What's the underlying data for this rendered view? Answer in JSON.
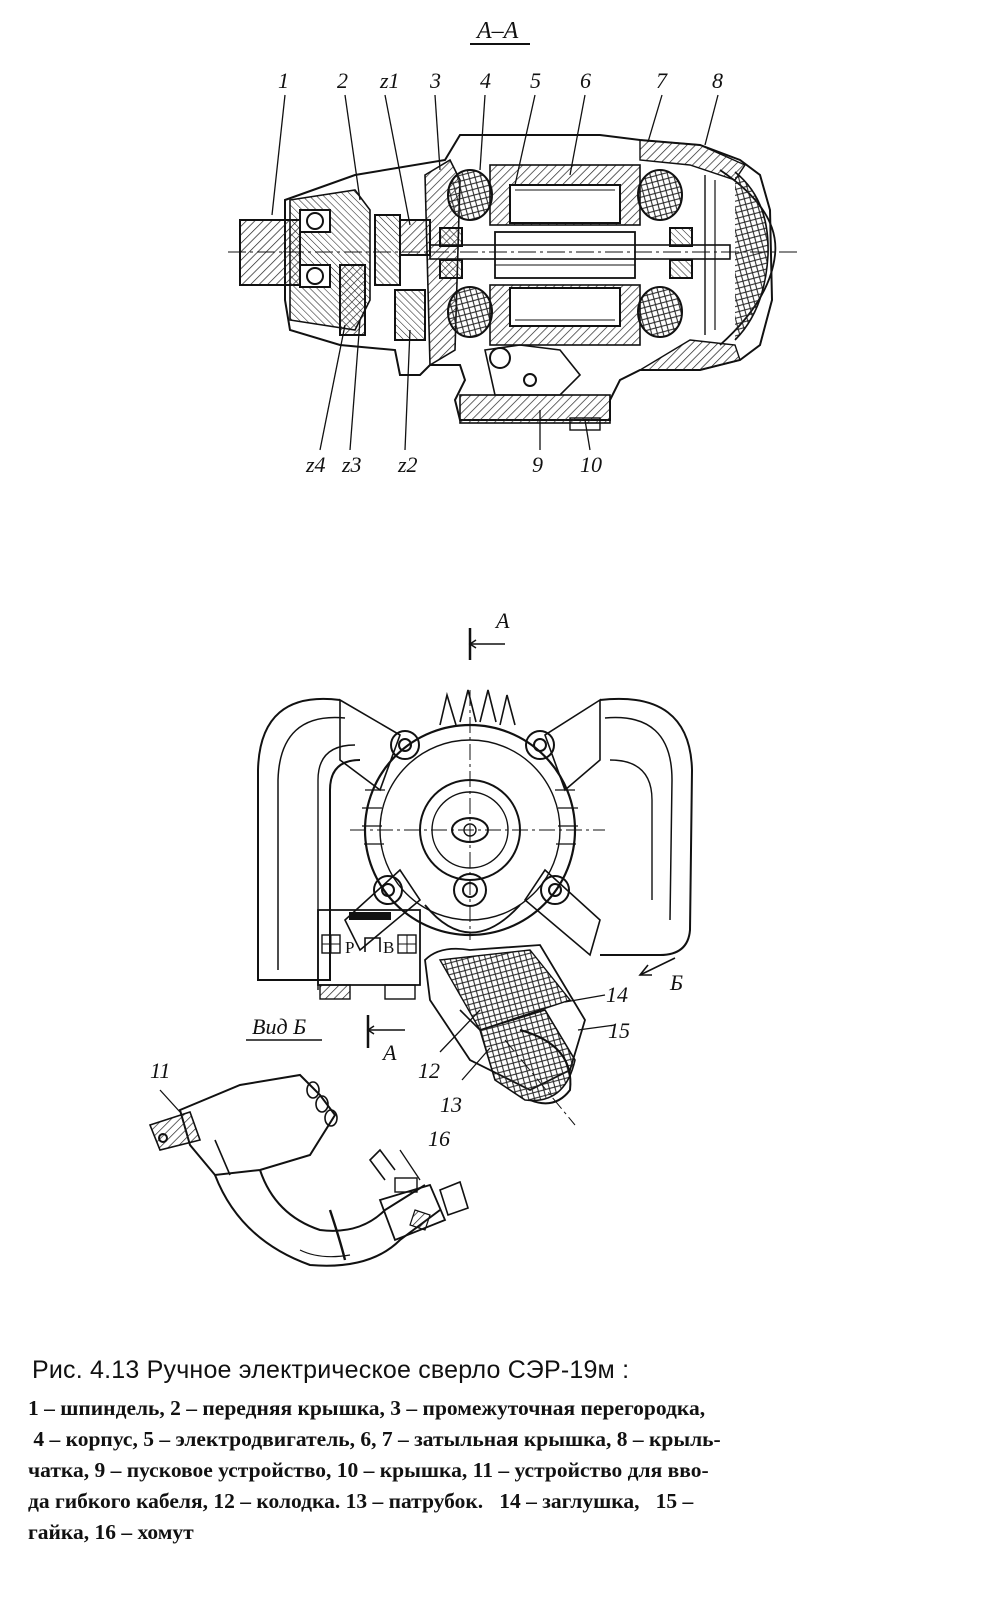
{
  "section_label": "A–A",
  "top_callouts": [
    "1",
    "2",
    "z1",
    "3",
    "4",
    "5",
    "6",
    "7",
    "8"
  ],
  "bottom_callouts": [
    "z4",
    "z3",
    "z2",
    "9",
    "10"
  ],
  "view_labels": {
    "section_mark_top": "A",
    "section_mark_bottom": "A",
    "view_b_arrow": "Б",
    "view_b": "Вид Б"
  },
  "plan_callouts": [
    "11",
    "12",
    "13",
    "14",
    "15",
    "16"
  ],
  "terminal_letters": {
    "p": "P",
    "b": "B"
  },
  "caption": {
    "title": "Рис. 4.13  Ручное электрическое сверло СЭР-19м :",
    "lines": [
      "1 – шпиндель, 2 – передняя крышка, 3 – промежуточная перегородка,",
      " 4 – корпус, 5 – электродвигатель, 6, 7 – затыльная крышка, 8 – крыль-",
      "чатка, 9 – пусковое устройство, 10 – крышка, 11 – устройство для вво-",
      "да гибкого кабеля, 12 – колодка. 13 – патрубок.   14 – заглушка,   15 –",
      "гайка, 16 – хомут"
    ]
  }
}
